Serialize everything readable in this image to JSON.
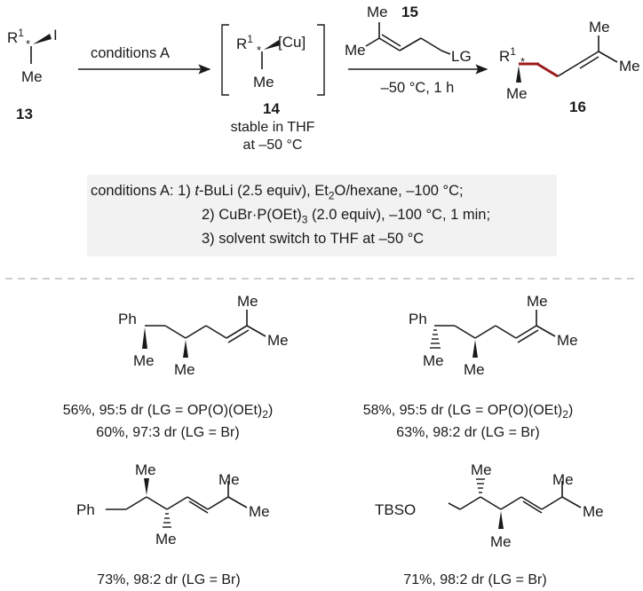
{
  "reaction": {
    "start_label": "13",
    "start_r": "R",
    "start_r_sup": "1",
    "stereo_star": "*",
    "iodide": "I",
    "me": "Me",
    "arrow1_label": "conditions A",
    "intermediate_label": "14",
    "copper": "[Cu]",
    "intermediate_note_line1": "stable in THF",
    "intermediate_note_line2": "at –50 °C",
    "reagent_label": "15",
    "reagent_lg": "LG",
    "arrow2_condition": "–50 °C, 1 h",
    "product_label": "16"
  },
  "conditions": {
    "line1_prefix": "conditions A: 1) ",
    "line1_italic": "t",
    "line1_rest_a": "-BuLi (2.5 equiv), Et",
    "line1_sub": "2",
    "line1_rest_b": "O/hexane, –100 °C;",
    "line2_a": "2) CuBr·P(OEt)",
    "line2_sub": "3",
    "line2_b": " (2.0 equiv), –100 °C, 1 min;",
    "line3": "3) solvent switch to THF at –50 °C"
  },
  "examples": [
    {
      "ph": "Ph",
      "line1_a": "56%, 95:5 dr (LG = OP(O)(OEt)",
      "line1_sub": "2",
      "line1_b": ")",
      "line2": "60%, 97:3 dr (LG = Br)"
    },
    {
      "ph": "Ph",
      "line1_a": "58%, 95:5 dr (LG = OP(O)(OEt)",
      "line1_sub": "2",
      "line1_b": ")",
      "line2": "63%, 98:2 dr (LG = Br)"
    },
    {
      "ph": "Ph",
      "line1": "73%, 98:2 dr (LG = Br)"
    },
    {
      "tbso": "TBSO",
      "line1": "71%, 98:2 dr (LG = Br)"
    }
  ],
  "colors": {
    "bond": "#1a1a1a",
    "highlight_bond": "#9b1b1b",
    "box_fill": "#f2f2f2",
    "divider": "#b0b0b0"
  }
}
